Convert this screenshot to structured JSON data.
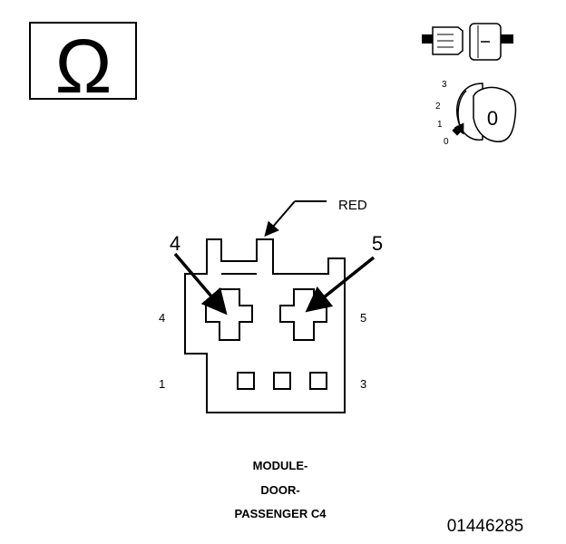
{
  "symbols": {
    "ohm": "Ω",
    "ignition_key_label": "0",
    "ignition_positions": [
      "3",
      "2",
      "1",
      "0"
    ]
  },
  "connector": {
    "wire_color_label": "RED",
    "callouts": [
      "4",
      "5"
    ],
    "cavity_numbers": {
      "left_top": "4",
      "right_top": "5",
      "left_bottom": "1",
      "right_bottom": "3"
    }
  },
  "caption": {
    "line1": "MODULE-",
    "line2": "DOOR-",
    "line3": "PASSENGER C4"
  },
  "figure_id": "01446285"
}
